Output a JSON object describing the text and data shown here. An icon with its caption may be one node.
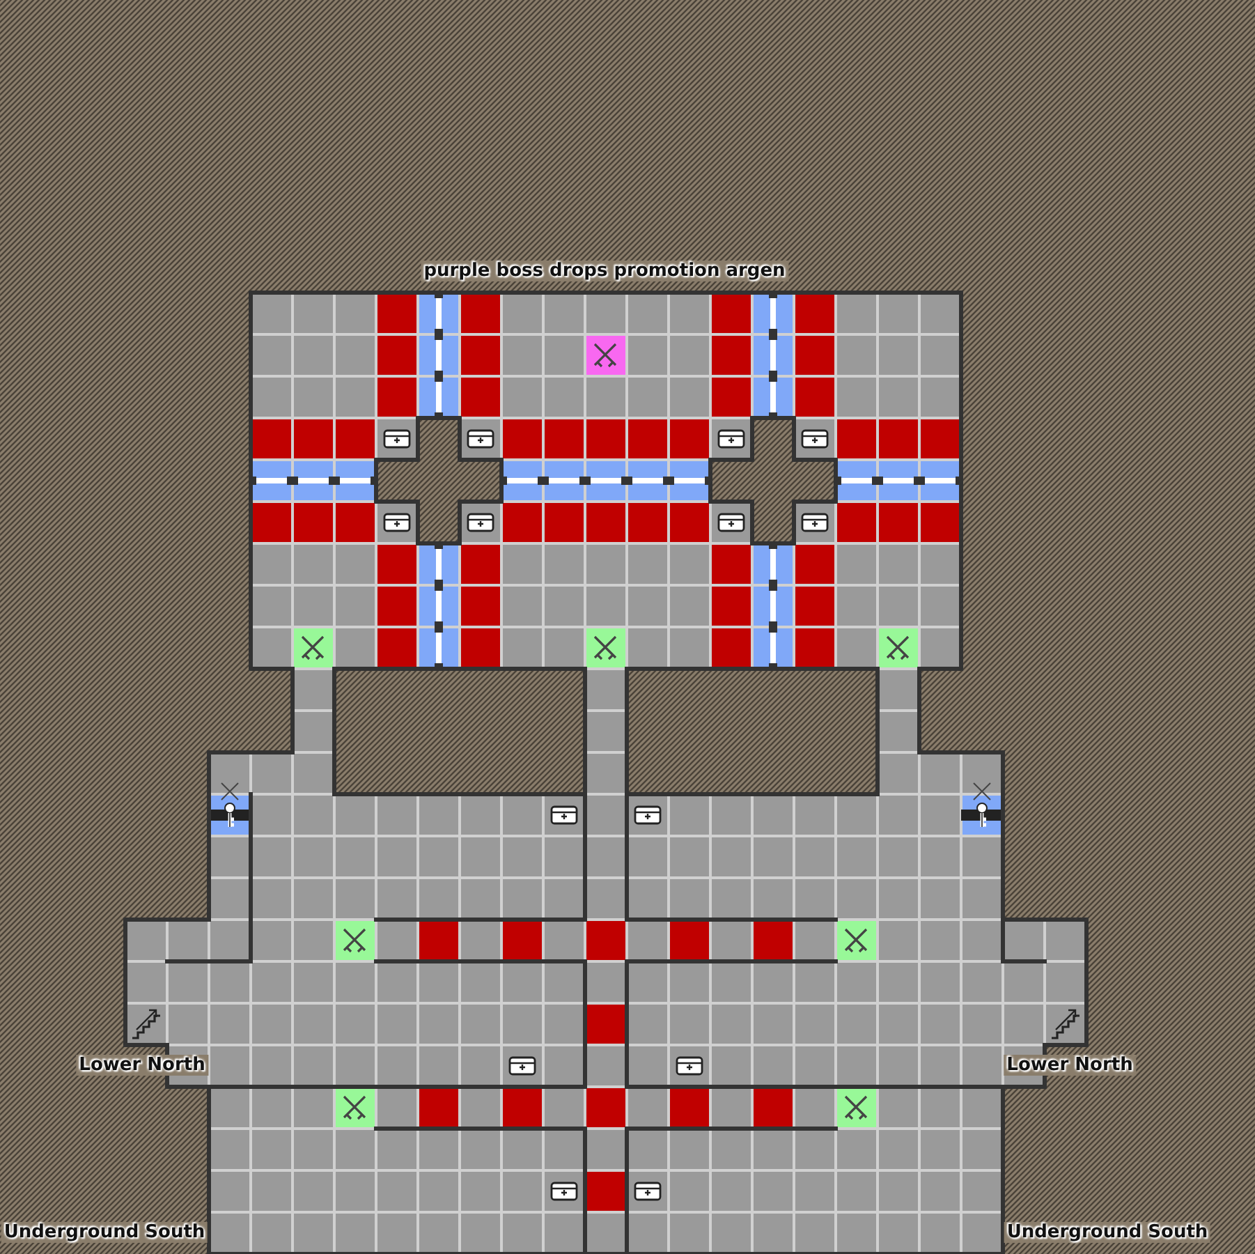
{
  "diagram": {
    "title": "purple boss drops promotion argen",
    "labels": [
      "Lower North",
      "Lower North",
      "Underground South",
      "Underground South"
    ]
  }
}
